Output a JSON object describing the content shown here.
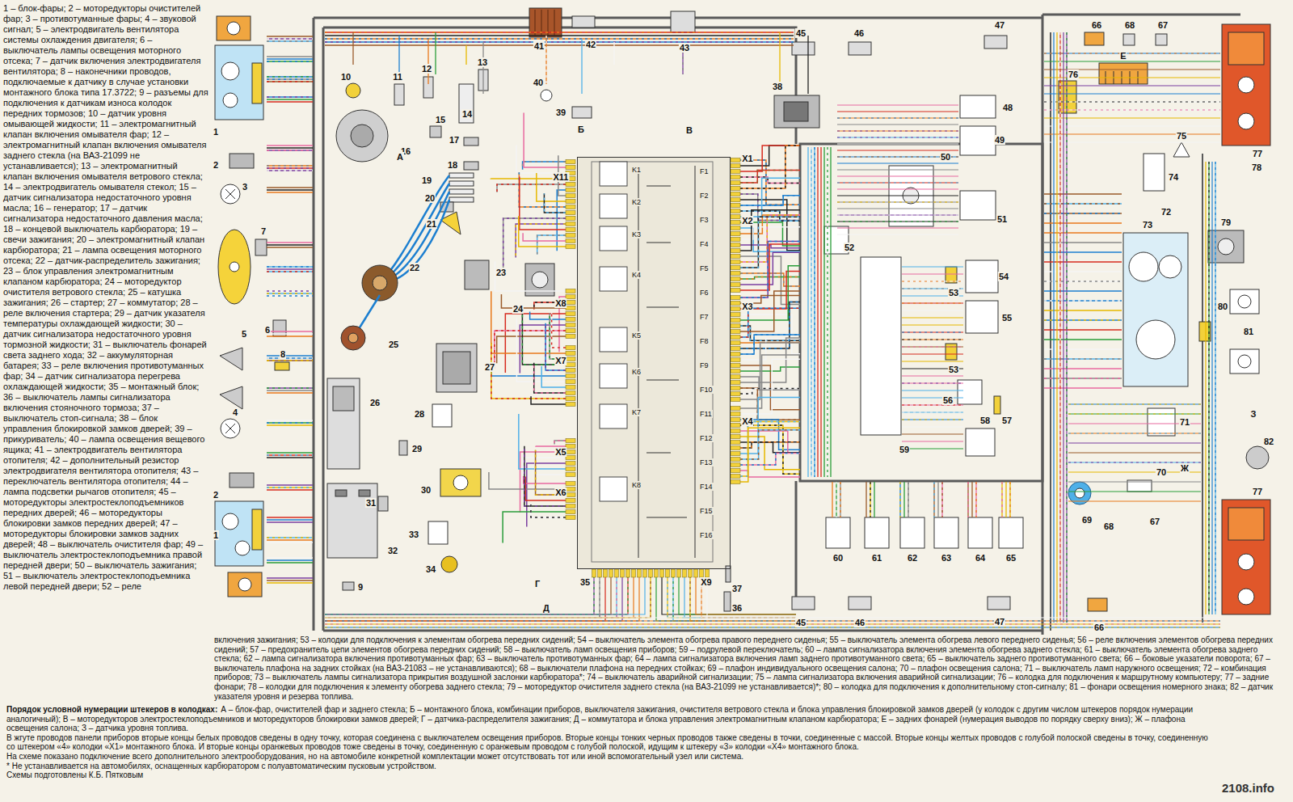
{
  "diagram": {
    "nodes": [
      {
        "text": [
          "K1",
          "K2",
          "K3",
          "K4",
          "K5",
          "K6",
          "K7",
          "K8",
          "F1",
          "F2",
          "F3",
          "F4",
          "F5",
          "F6",
          "F7",
          "F8",
          "F9",
          "F10",
          "F11",
          "F12",
          "F13",
          "F14",
          "F15",
          "F16"
        ]
      }
    ],
    "labels": [
      "1 – блок-фары; 2 – моторедукторы очистителей фар; 3 – противотуманные фары; 4 – звуковой сигнал; 5 – электродвигатель вентилятора системы охлаждения двигателя; 6 – выключатель лампы освещения моторного отсека; 7 – датчик включения электродвигателя вентилятора; 8 – наконечники проводов, подключаемые к датчику в случае установки монтажного блока типа 17.3722; 9 – разъемы для подключения к датчикам износа колодок передних тормозов; 10 – датчик уровня омывающей жидкости; 11 – электромагнитный клапан включения омывателя фар; 12 – электромагнитный клапан включения омывателя заднего стекла (на ВАЗ-21099 не устанавливается); 13 – электромагнитный клапан включения омывателя ветрового стекла; 14 – электродвигатель омывателя стекол; 15 – датчик сигнализатора недостаточного уровня масла; 16 – генератор; 17 – датчик сигнализатора недостаточного давления масла; 18 – концевой выключатель карбюратора; 19 – свечи зажигания; 20 – электромагнитный клапан карбюратора; 21 – лампа освещения моторного отсека; 22 – датчик-распределитель зажигания; 23 – блок управления электромагнитным клапаном карбюратора; 24 – моторедуктор очистителя ветрового стекла; 25 – катушка зажигания; 26 – стартер; 27 – коммутатор; 28 – реле включения стартера; 29 – датчик указателя температуры охлаждающей жидкости; 30 – датчик сигнализатора недостаточного уровня тормозной жидкости; 31 – выключатель фонарей света заднего хода; 32 – аккумуляторная батарея; 33 – реле включения противотуманных фар; 34 – датчик сигнализатора перегрева охлаждающей жидкости; 35 – монтажный блок; 36 – выключатель лампы сигнализатора включения стояночного тормоза; 37 – выключатель стоп-сигнала; 38 – блок управления блокировкой замков дверей; 39 – прикуриватель; 40 – лампа освещения вещевого ящика; 41 – электродвигатель вентилятора отопителя; 42 – дополнительный резистор электродвигателя вентилятора отопителя; 43 – переключатель вентилятора отопителя; 44 – лампа подсветки рычагов отопителя; 45 – моторедукторы электростеклоподъемников передних дверей; 46 – моторедукторы блокировки замков передних дверей; 47 – моторедукторы блокировки замков задних дверей; 48 – выключатель очистителя фар; 49 – выключатель электростеклоподъемника правой передней двери; 50 – выключатель зажигания; 51 – выключатель электростеклоподъемника левой передней двери; 52 – реле",
      "включения зажигания; 53 – колодки для подключения к элементам обогрева передних сидений; 54 – выключатель элемента обогрева правого переднего сиденья; 55 – выключатель элемента обогрева левого переднего сиденья; 56 – реле включения элементов обогрева передних сидений; 57 – предохранитель цепи элементов обогрева передних сидений; 58 – выключатель ламп освещения приборов; 59 – подрулевой переключатель; 60 – лампа сигнализатора включения элемента обогрева заднего стекла; 61 – выключатель элемента обогрева заднего стекла; 62 – лампа сигнализатора включения противотуманных фар; 63 – выключатель противотуманных фар; 64 – лампа сигнализатора включения ламп заднего противотуманного света; 65 – выключатель заднего противотуманного света; 66 – боковые указатели поворота; 67 – выключатель плафона на задних стойках (на ВАЗ-21083 – не устанавливаются); 68 – выключатели плафона на передних стойках; 69 – плафон индивидуального освещения салона; 70 – плафон освещения салона; 71 – выключатель ламп наружного освещения; 72 – комбинация приборов; 73 – выключатель лампы сигнализатора прикрытия воздушной заслонки карбюратора*; 74 – выключатель аварийной сигнализации; 75 – лампа сигнализатора включения аварийной сигнализации; 76 – колодка для подключения к маршрутному компьютеру; 77 – задние фонари; 78 – колодки для подключения к элементу обогрева заднего стекла; 79 – моторедуктор очистителя заднего стекла (на ВАЗ-21099 не устанавливается)*; 80 – колодка для подключения к дополнительному стоп-сигналу; 81 – фонари освещения номерного знака; 82 – датчик указателя уровня и резерва топлива.",
      "Порядок условной нумерации штекеров в колодках:",
      "А – блок-фар, очистителей фар и заднего стекла; Б – монтажного блока, комбинации приборов, выключателя зажигания, очистителя ветрового стекла и блока управления блокировкой замков дверей (у колодок с другим числом штекеров порядок нумерации аналогичный); В – моторедукторов электростеклоподъемников и моторедукторов блокировки замков дверей; Г – датчика-распределителя зажигания; Д – коммутатора и блока управления электромагнитным клапаном карбюратора; Е – задних фонарей (нумерация выводов по порядку сверху вниз); Ж – плафона освещения салона; З – датчика уровня топлива.",
      "В жгуте проводов панели приборов вторые концы белых проводов сведены в одну точку, которая соединена с выключателем освещения приборов. Вторые концы тонких черных проводов также сведены в точки, соединенные с массой. Вторые концы желтых проводов с голубой полоской сведены в точку, соединенную со штекером «4» колодки «Х1» монтажного блока. И вторые концы оранжевых проводов тоже сведены в точку, соединенную с оранжевым проводом с голубой полоской, идущим к штекеру «3» колодки «Х4» монтажного блока.",
      "На схеме показано подключение всего дополнительного электрооборудования, но на автомобиле конкретной комплектации может отсутствовать тот или иной вспомогательный узел или система.",
      "* Не устанавливается на автомобилях, оснащенных карбюратором с полуавтоматическим пусковым устройством.",
      "Схемы подготовлены К.Б. Пятковым",
      "2108.info",
      "1",
      "1",
      "2",
      "2",
      "3",
      "4",
      "5",
      "6",
      "7",
      "8",
      "9",
      "10",
      "11",
      "12",
      "13",
      "14",
      "15",
      "16",
      "17",
      "18",
      "19",
      "20",
      "21",
      "22",
      "23",
      "24",
      "25",
      "26",
      "27",
      "28",
      "29",
      "30",
      "31",
      "32",
      "33",
      "34",
      "35",
      "36",
      "37",
      "38",
      "39",
      "40",
      "41",
      "42",
      "43",
      "45",
      "46",
      "47",
      "66",
      "68",
      "67",
      "Е",
      "76",
      "48",
      "49",
      "75",
      "77",
      "78",
      "74",
      "50",
      "72",
      "73",
      "79",
      "51",
      "52",
      "54",
      "53",
      "55",
      "80",
      "81",
      "53",
      "56",
      "57",
      "58",
      "71",
      "З",
      "82",
      "59",
      "70",
      "Ж",
      "77",
      "69",
      "68",
      "67",
      "60",
      "61",
      "62",
      "63",
      "64",
      "65",
      "45",
      "46",
      "47",
      "66",
      "А",
      "Б",
      "В",
      "Г",
      "Д",
      "X11",
      "X8",
      "X7",
      "X5",
      "X6",
      "X9",
      "X1",
      "X2",
      "X3",
      "X4"
    ]
  }
}
